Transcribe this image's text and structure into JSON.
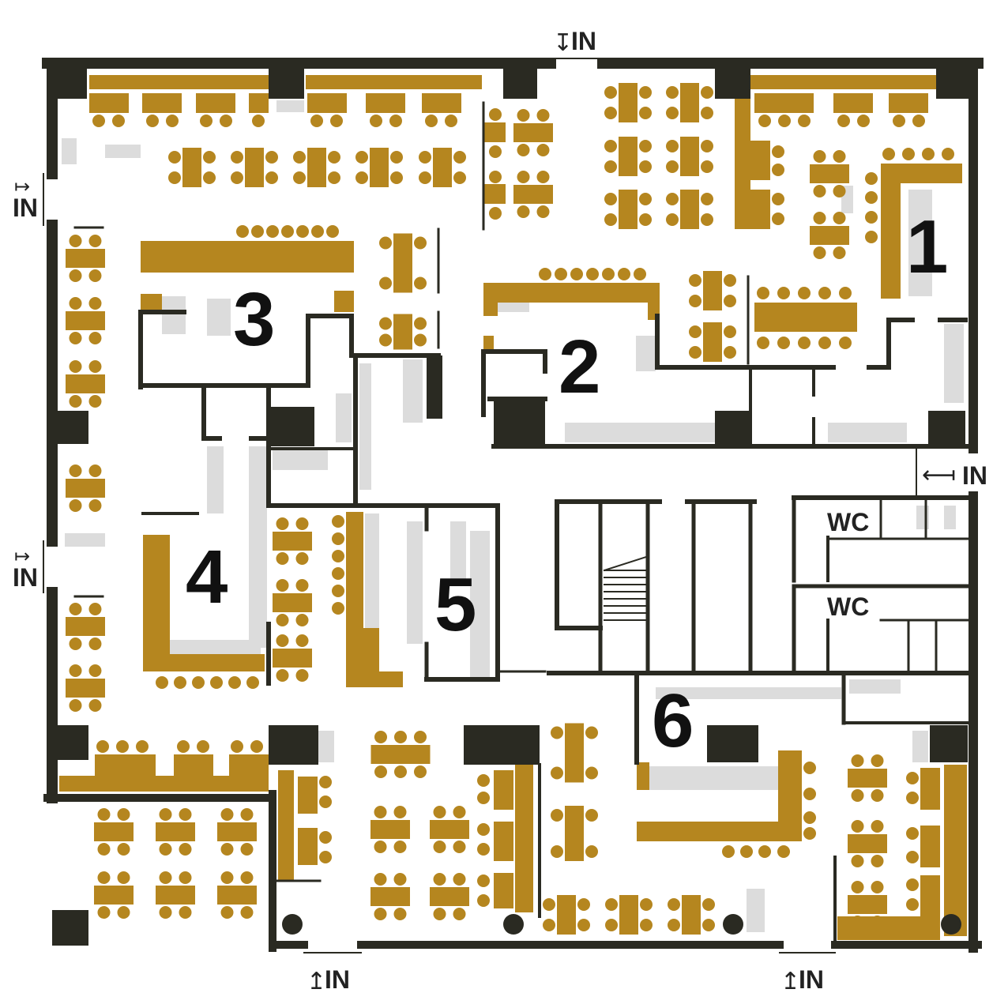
{
  "colors": {
    "seating": "#b5861f",
    "wall": "#2a2a22",
    "fixture": "#dcdcdc",
    "background": "#ffffff"
  },
  "zones": [
    {
      "label": "1"
    },
    {
      "label": "2"
    },
    {
      "label": "3"
    },
    {
      "label": "4"
    },
    {
      "label": "5"
    },
    {
      "label": "6"
    }
  ],
  "entrances": [
    {
      "label": "IN",
      "side": "top"
    },
    {
      "label": "IN",
      "side": "left-upper"
    },
    {
      "label": "IN",
      "side": "left-lower"
    },
    {
      "label": "IN",
      "side": "right"
    },
    {
      "label": "IN",
      "side": "bottom-left"
    },
    {
      "label": "IN",
      "side": "bottom-right"
    }
  ],
  "restrooms": [
    {
      "label": "WC"
    },
    {
      "label": "WC"
    }
  ]
}
